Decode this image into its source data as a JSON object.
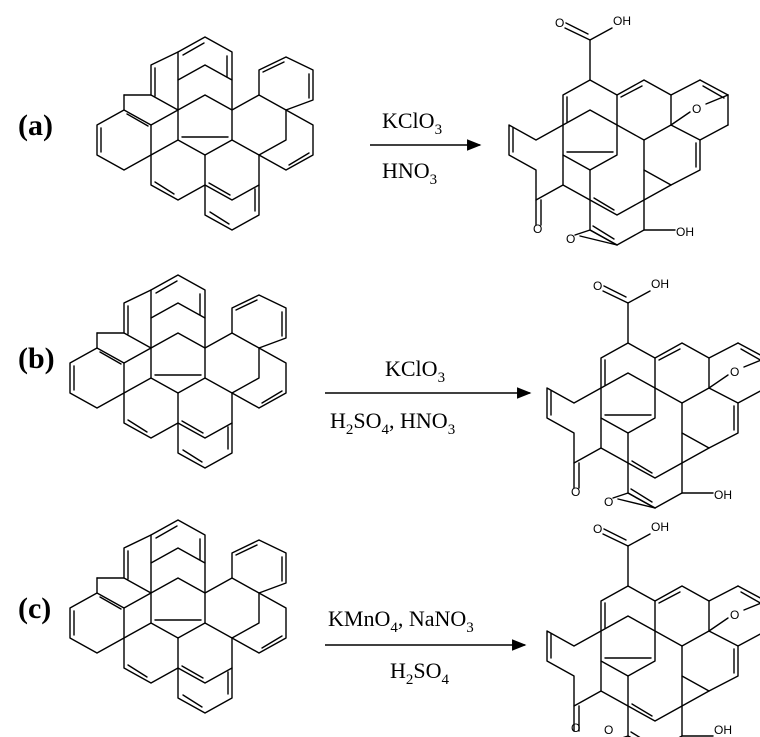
{
  "colors": {
    "ink": "#000000",
    "background": "#ffffff"
  },
  "panels": [
    {
      "label": "(a)",
      "reagent_top": "KClO",
      "reagent_top_sub": "3",
      "reagent_bottom": "HNO",
      "reagent_bottom_sub": "3",
      "product_atoms": {
        "acid_o": "O",
        "acid_oh": "OH",
        "ether_o": "O",
        "epoxide_o": "O",
        "ketone_o": "O",
        "hydroxyl": "OH"
      }
    },
    {
      "label": "(b)",
      "reagent_top": "KClO",
      "reagent_top_sub": "3",
      "reagent_bottom_a": "H",
      "reagent_bottom_a_sub": "2",
      "reagent_bottom_b": "SO",
      "reagent_bottom_b_sub": "4",
      "reagent_bottom_c": ", HNO",
      "reagent_bottom_c_sub": "3",
      "product_atoms": {
        "acid_o": "O",
        "acid_oh": "OH",
        "ether_o": "O",
        "epoxide_o": "O",
        "ketone_o": "O",
        "hydroxyl": "OH"
      }
    },
    {
      "label": "(c)",
      "reagent_top_a": "KMnO",
      "reagent_top_a_sub": "4",
      "reagent_top_b": ", NaNO",
      "reagent_top_b_sub": "3",
      "reagent_bottom_a": "H",
      "reagent_bottom_a_sub": "2",
      "reagent_bottom_b": "SO",
      "reagent_bottom_b_sub": "4",
      "product_atoms": {
        "acid_o": "O",
        "acid_oh": "OH",
        "ether_o": "O",
        "epoxide_o": "O",
        "ketone_o": "O",
        "hydroxyl": "OH"
      }
    }
  ]
}
